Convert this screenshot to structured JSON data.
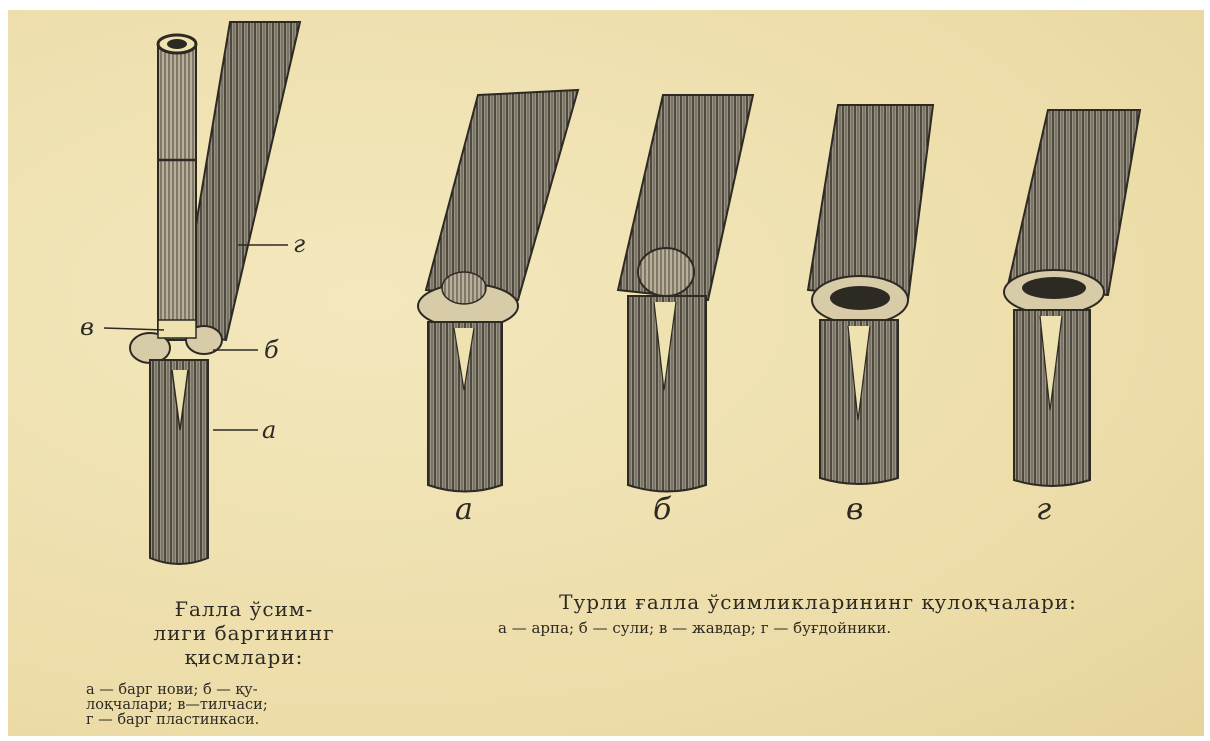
{
  "left_figure": {
    "part_labels": {
      "a": "а",
      "b": "б",
      "v": "в",
      "g": "г"
    },
    "title_lines": [
      "Ғалла ўсим-",
      "лиги баргининг",
      "қисмлари:"
    ],
    "legend_lines": [
      "а — барг нови; б — қу-",
      "лоқчалари; в—тилчаси;",
      "г — барг пластинкаси."
    ]
  },
  "right_figure": {
    "panel_labels": [
      "а",
      "б",
      "в",
      "г"
    ],
    "title": "Турли ғалла ўсимликларининг қулоқчалари:",
    "legend": "а — арпа; б — сули; в — жавдар; г — буғдойники."
  },
  "colors": {
    "paper": "#efe2b1",
    "ink": "#2d2a24",
    "sheath_fill": "#8a8272"
  }
}
